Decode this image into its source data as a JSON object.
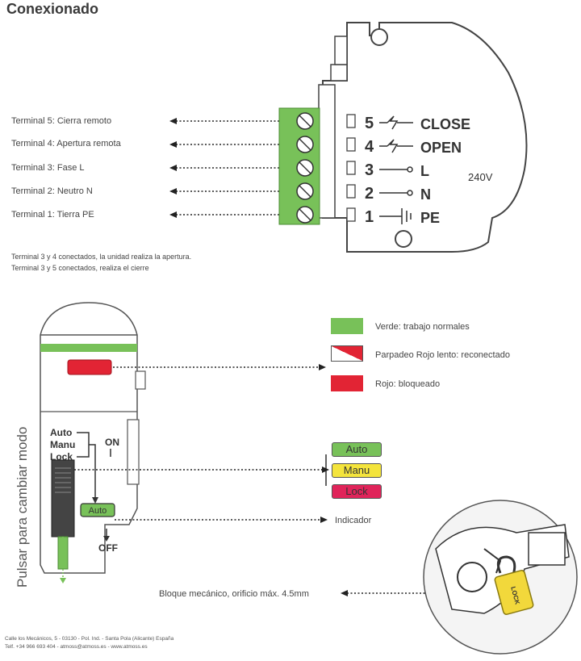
{
  "title": "Conexionado",
  "terminals": [
    "Terminal 5: Cierra remoto",
    "Terminal 4: Apertura remota",
    "Terminal 3: Fase L",
    "Terminal 2: Neutro N",
    "Terminal 1: Tierra PE"
  ],
  "device_labels": {
    "t5": "5",
    "t4": "4",
    "t3": "3",
    "t2": "2",
    "t1": "1",
    "close": "CLOSE",
    "open": "OPEN",
    "l": "L",
    "n": "N",
    "pe": "PE",
    "voltage": "240V"
  },
  "notes": [
    "Terminal 3 y 4 conectados, la unidad realiza la apertura.",
    "Terminal 3 y 5 conectados, realiza el cierre"
  ],
  "legend": [
    {
      "label": "Verde: trabajo normales",
      "color": "#78c159"
    },
    {
      "label": "Parpadeo Rojo lento: reconectado",
      "color": "#e22434"
    },
    {
      "label": "Rojo: bloqueado",
      "color": "#e22434"
    }
  ],
  "side_label": "Pulsar para cambiar modo",
  "switch_labels": {
    "auto": "Auto",
    "manu": "Manu",
    "lock": "Lock",
    "on": "ON",
    "off": "OFF",
    "indicator": "Auto"
  },
  "modes": [
    {
      "label": "Auto",
      "color": "#78c159"
    },
    {
      "label": "Manu",
      "color": "#f4e43c"
    },
    {
      "label": "Lock",
      "color": "#e0245a"
    }
  ],
  "indicator_label": "Indicador",
  "lock_label": "Bloque mecánico, orificio máx. 4.5mm",
  "padlock_text": "LOCK",
  "footer": {
    "line1": "Calle los Mecánicos, 5 - 03130 - Pol. Ind. - Santa Pola (Alicante) España",
    "line2": "Telf. +34 966 693 404 - atmoss@atmoss.es - www.atmoss.es"
  }
}
